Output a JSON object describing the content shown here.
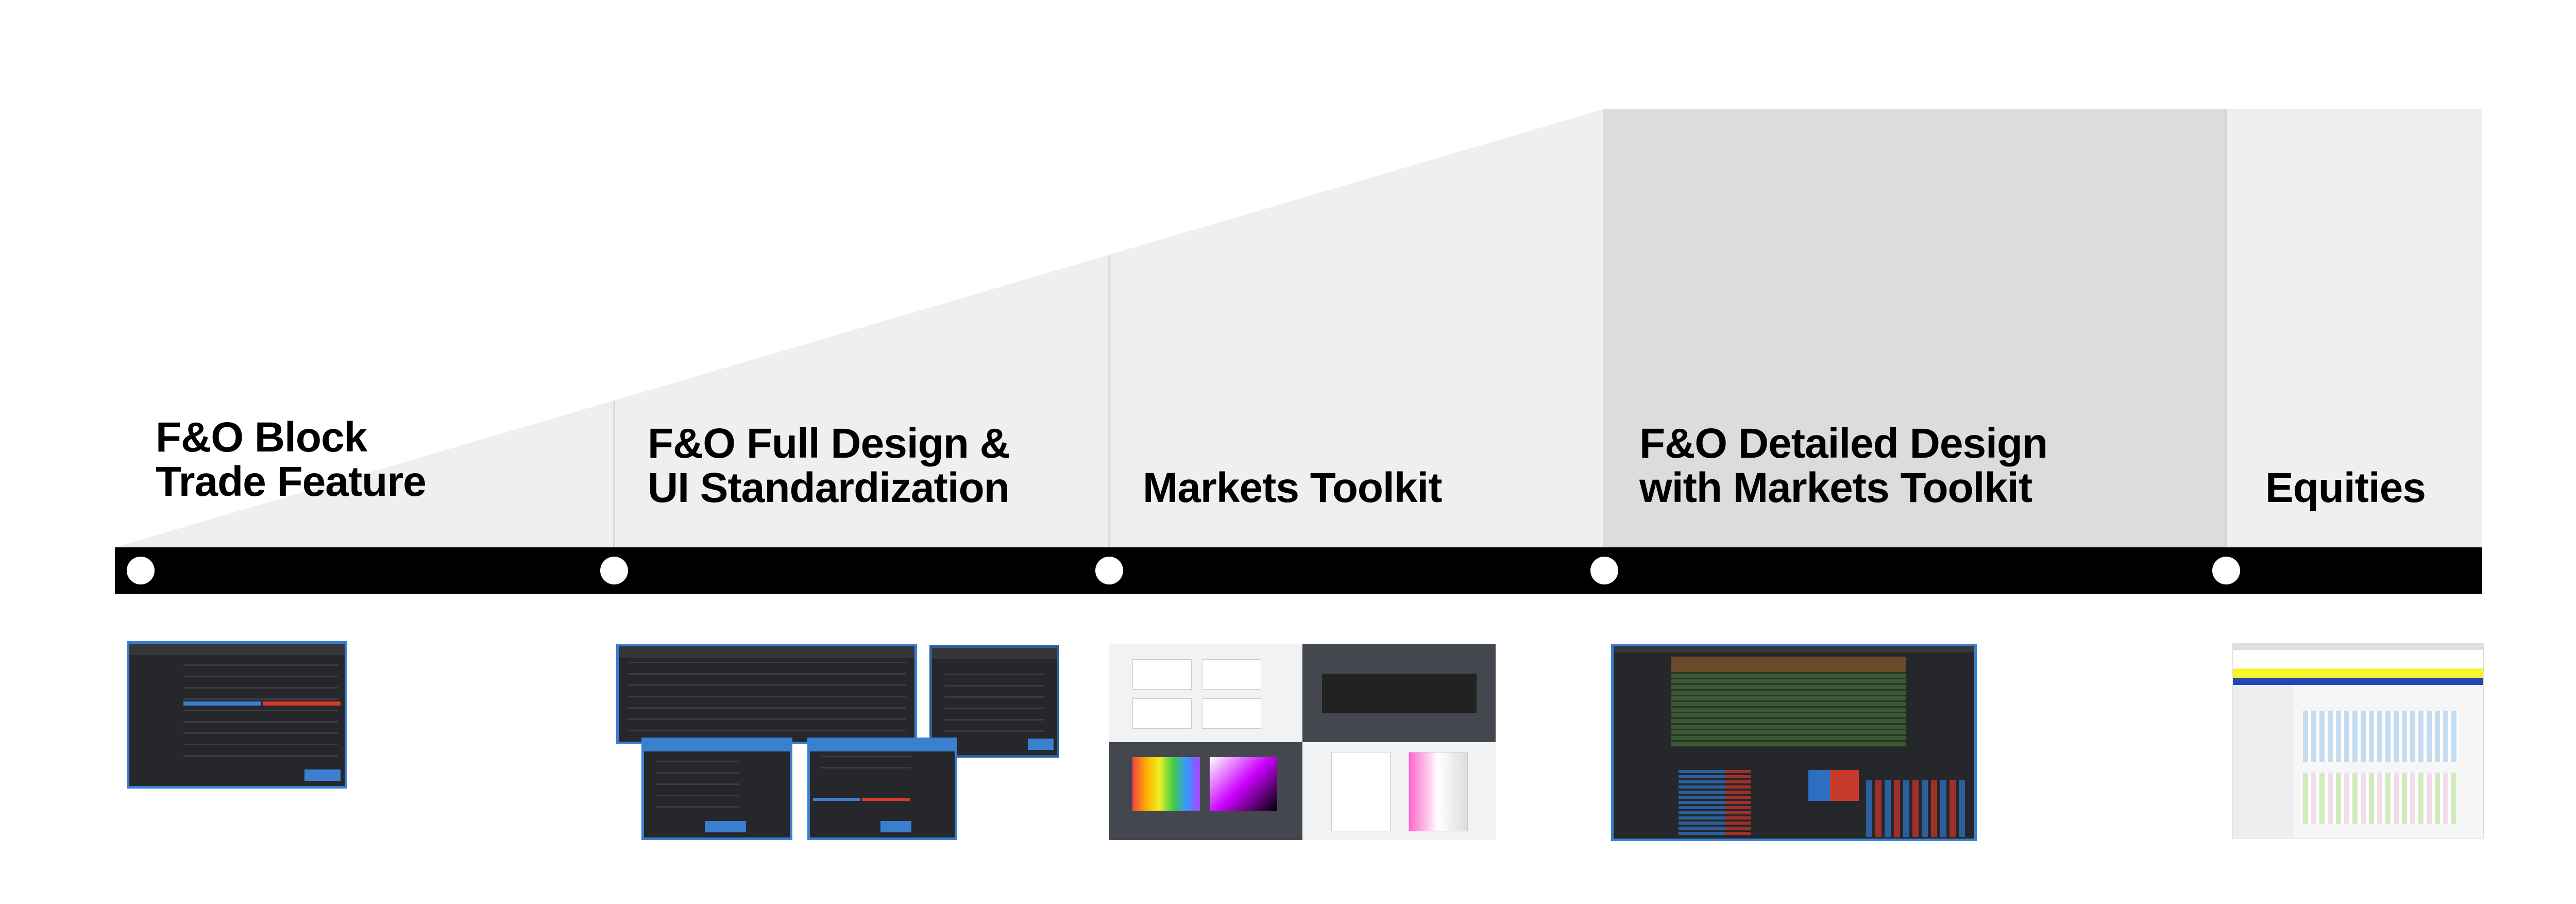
{
  "timeline": {
    "milestones": [
      {
        "title_line1": "F&O Block",
        "title_line2": "Trade Feature",
        "preview": "block-trade-dialog-screenshot"
      },
      {
        "title_line1": "F&O Full Design &",
        "title_line2": "UI Standardization",
        "preview": "full-design-screenshots"
      },
      {
        "title_line1": "",
        "title_line2": "Markets Toolkit",
        "preview": "markets-toolkit-screenshots"
      },
      {
        "title_line1": "F&O Detailed Design",
        "title_line2": "with Markets Toolkit",
        "preview": "detailed-design-screenshot",
        "highlighted": true
      },
      {
        "title_line1": "",
        "title_line2": "Equities",
        "preview": "equities-confluence-screenshot"
      }
    ]
  },
  "colors": {
    "bar": "#000000",
    "band": "#efefef",
    "highlight": "#dbdcdb",
    "accent": "#3a7fd0",
    "sell": "#d23a2a"
  }
}
